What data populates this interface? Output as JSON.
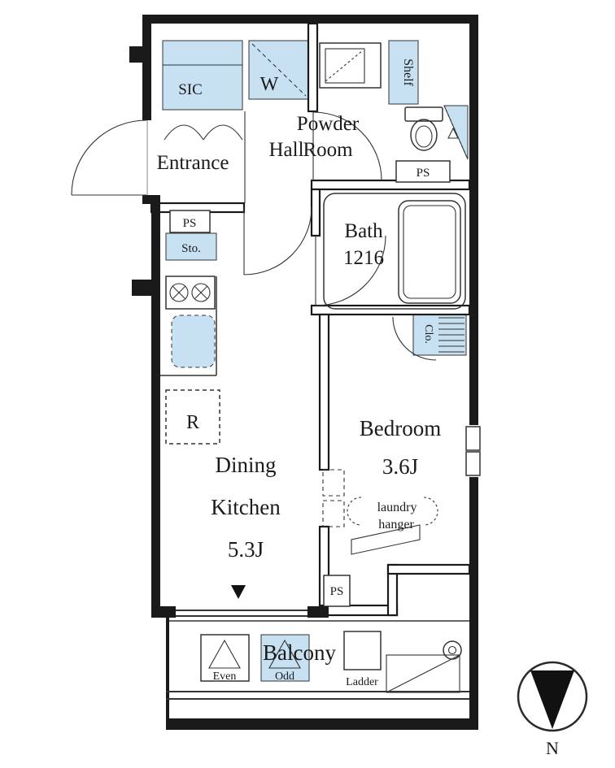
{
  "colors": {
    "wall": "#1a1a1a",
    "line": "#333333",
    "fixture_blue": "#c7e1f2",
    "background": "#ffffff"
  },
  "rooms": {
    "entrance": {
      "label": "Entrance"
    },
    "hall": {
      "label": "Hall"
    },
    "powder_room": {
      "line1": "Powder",
      "line2": "Room"
    },
    "bath": {
      "label": "Bath",
      "size": "1216"
    },
    "dining_kitchen": {
      "line1": "Dining",
      "line2": "Kitchen",
      "size": "5.3J"
    },
    "bedroom": {
      "label": "Bedroom",
      "size": "3.6J"
    },
    "balcony": {
      "label": "Balcony"
    }
  },
  "fixtures": {
    "sic": "SIC",
    "washer": "W",
    "shelf": "Shelf",
    "storage": "Sto.",
    "refrigerator": "R",
    "closet": "Clo.",
    "laundry": {
      "line1": "laundry",
      "line2": "hanger"
    },
    "partition_even": "Even",
    "partition_odd": "Odd",
    "ladder": "Ladder"
  },
  "pipe_spaces": {
    "powder": "PS",
    "kitchen": "PS",
    "bedroom": "PS"
  },
  "compass": {
    "north": "N"
  }
}
